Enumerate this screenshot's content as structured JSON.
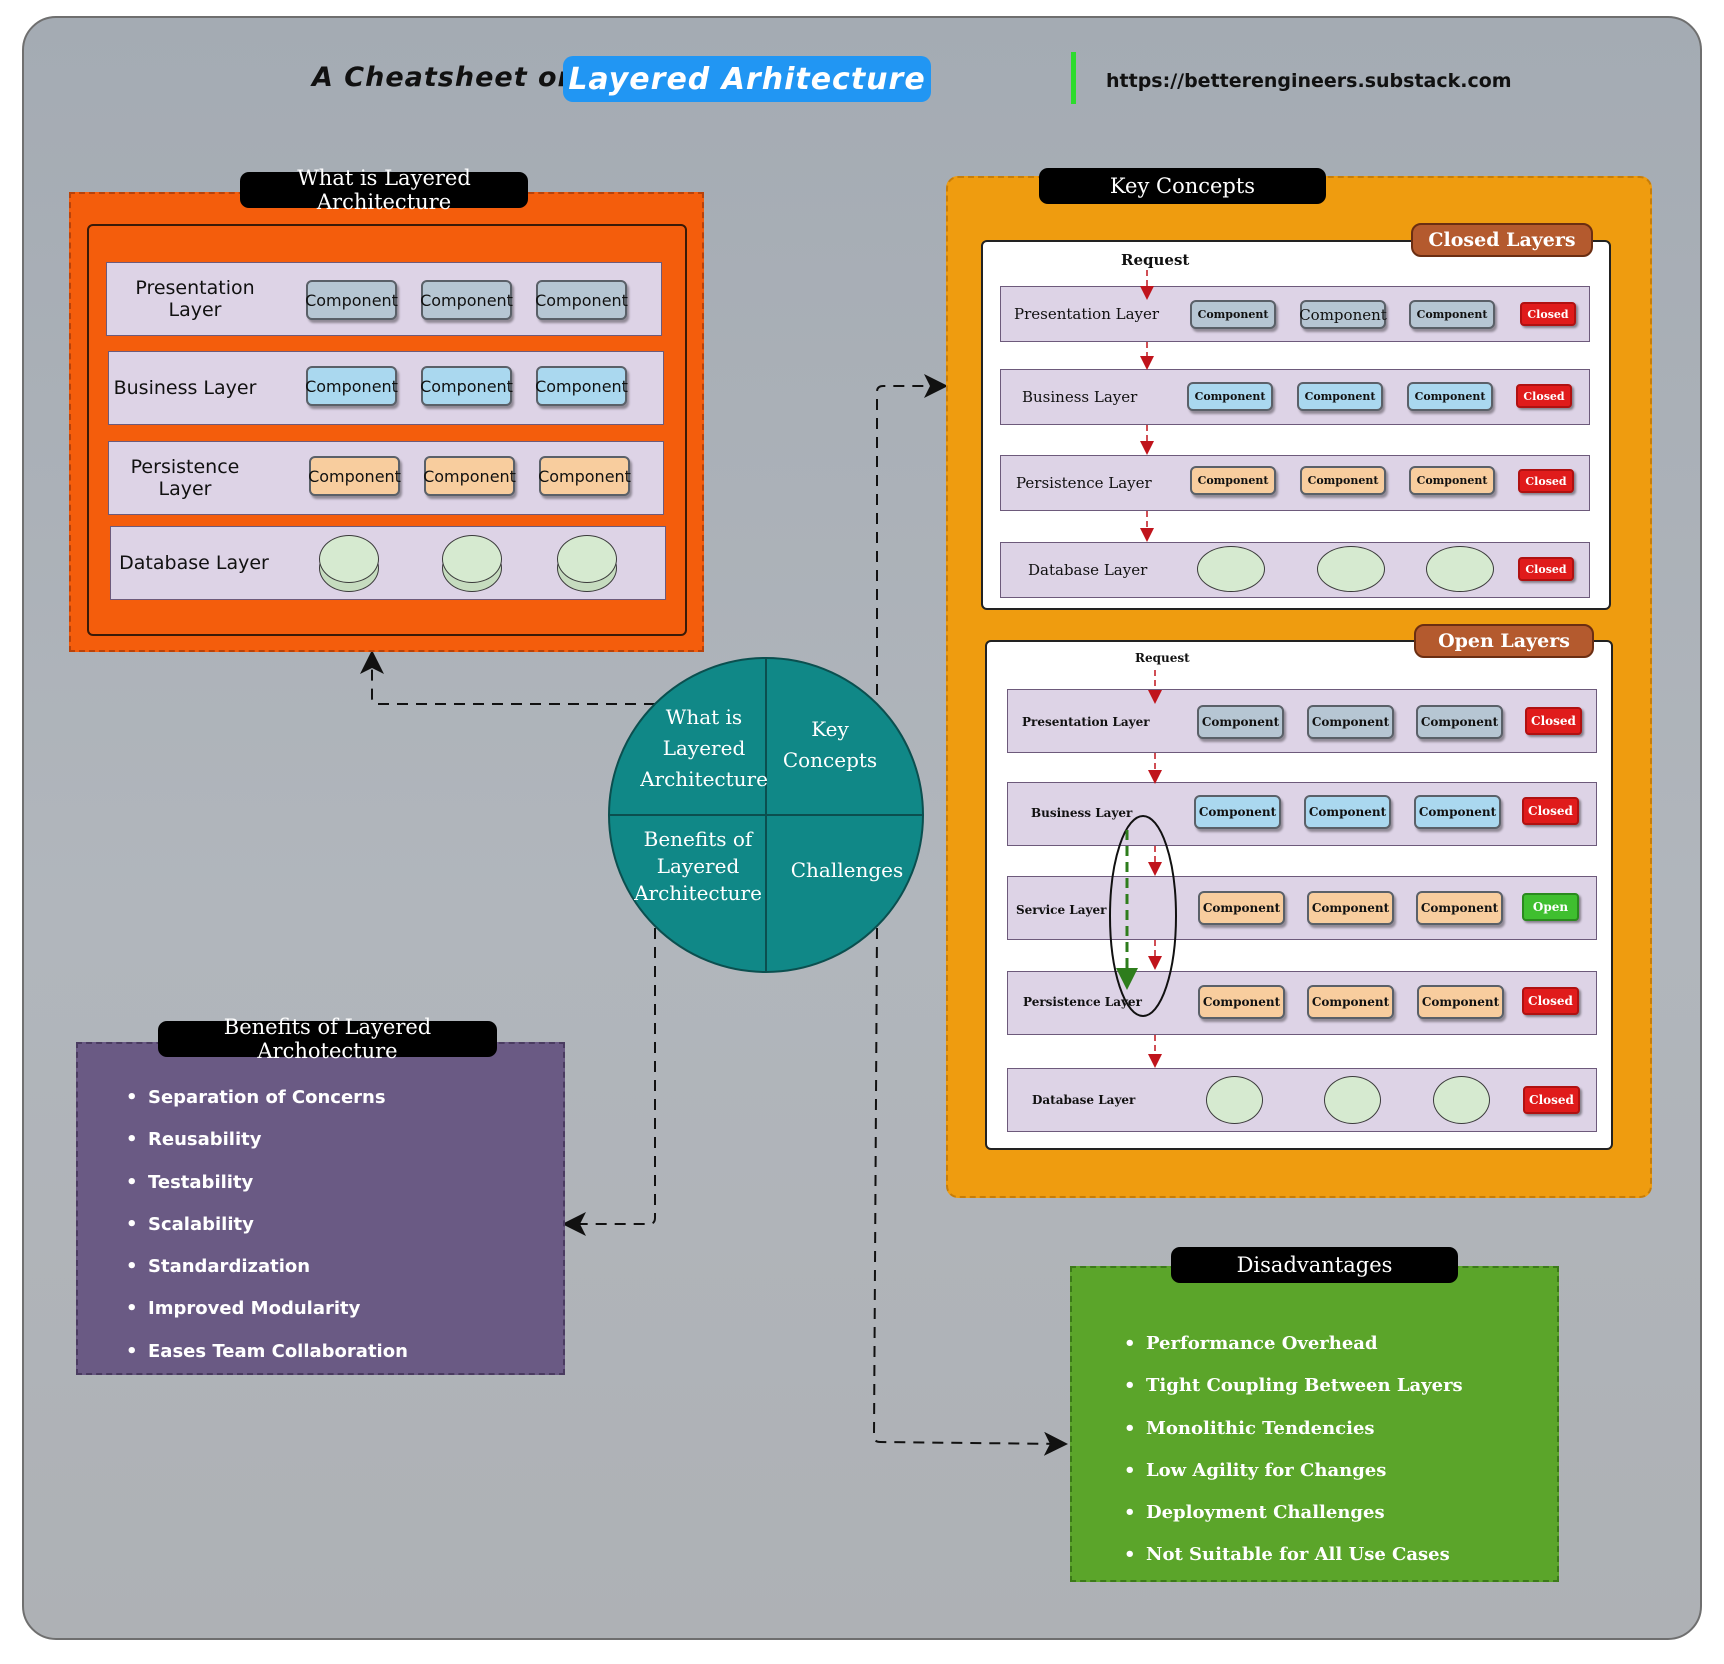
{
  "header": {
    "prefix": "A Cheatsheet on",
    "title": "Layered Arhitecture",
    "url": "https://betterengineers.substack.com"
  },
  "what_is": {
    "title": "What is Layered Architecture",
    "layers": [
      {
        "label": "Presentation Layer",
        "components": [
          "Component",
          "Component",
          "Component"
        ]
      },
      {
        "label": "Business Layer",
        "components": [
          "Component",
          "Component",
          "Component"
        ]
      },
      {
        "label": "Persistence Layer",
        "components": [
          "Component",
          "Component",
          "Component"
        ]
      },
      {
        "label": "Database Layer"
      }
    ]
  },
  "key_concepts": {
    "title": "Key Concepts",
    "closed": {
      "title": "Closed Layers",
      "request": "Request",
      "layers": [
        {
          "label": "Presentation Layer",
          "components": [
            "Component",
            "Component",
            "Component"
          ],
          "status": "Closed"
        },
        {
          "label": "Business Layer",
          "components": [
            "Component",
            "Component",
            "Component"
          ],
          "status": "Closed"
        },
        {
          "label": "Persistence Layer",
          "components": [
            "Component",
            "Component",
            "Component"
          ],
          "status": "Closed"
        },
        {
          "label": "Database Layer",
          "status": "Closed"
        }
      ]
    },
    "open": {
      "title": "Open Layers",
      "request": "Request",
      "layers": [
        {
          "label": "Presentation Layer",
          "components": [
            "Component",
            "Component",
            "Component"
          ],
          "status": "Closed"
        },
        {
          "label": "Business Layer",
          "components": [
            "Component",
            "Component",
            "Component"
          ],
          "status": "Closed"
        },
        {
          "label": "Service Layer",
          "components": [
            "Component",
            "Component",
            "Component"
          ],
          "status": "Open"
        },
        {
          "label": "Persistence Layer",
          "components": [
            "Component",
            "Component",
            "Component"
          ],
          "status": "Closed"
        },
        {
          "label": "Database Layer",
          "status": "Closed"
        }
      ]
    }
  },
  "hub": {
    "q1": "What is Layered Architecture",
    "q2": "Key Concepts",
    "q3": "Benefits of Layered Architecture",
    "q4": "Challenges"
  },
  "benefits": {
    "title": "Benefits of  Layered Archotecture",
    "items": [
      "Separation of Concerns",
      "Reusability",
      "Testability",
      "Scalability",
      "Standardization",
      "Improved Modularity",
      "Eases Team Collaboration"
    ]
  },
  "disadvantages": {
    "title": "Disadvantages",
    "items": [
      "Performance Overhead",
      "Tight Coupling Between Layers",
      "Monolithic Tendencies",
      "Low Agility for Changes",
      "Deployment Challenges",
      "Not Suitable for All Use Cases"
    ]
  },
  "colors": {
    "what_is_panel": "#f45d0c",
    "key_concepts_panel": "#ef9c0f",
    "benefits_panel": "#6a5a84",
    "disadvantages_panel": "#5ba52a",
    "hub": "#108887",
    "title_pill": "#2196f3",
    "closed_badge": "#e01b1b",
    "open_badge": "#3fbf2f"
  }
}
